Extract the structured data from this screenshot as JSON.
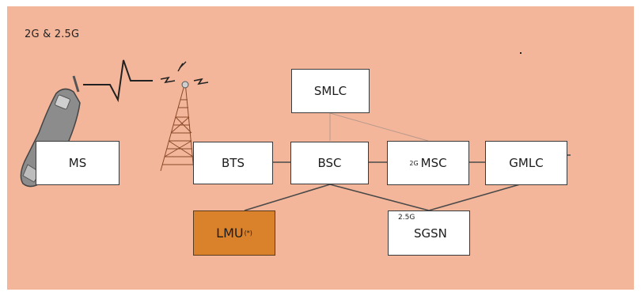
{
  "title": "2G & 2.5G",
  "colors": {
    "background": "#f4b69a",
    "box": "#ffffff",
    "lmu": "#d9822b",
    "line": "#4a4a4a"
  },
  "nodes": {
    "ms": {
      "label": "MS"
    },
    "bts": {
      "label": "BTS"
    },
    "bsc": {
      "label": "BSC"
    },
    "smlc": {
      "label": "SMLC"
    },
    "msc": {
      "prefix": "2G",
      "label": "MSC"
    },
    "gmlc": {
      "label": "GMLC"
    },
    "lmu": {
      "label": "LMU",
      "suffix": "(*)"
    },
    "sgsn": {
      "prefix": "2.5G",
      "label": "SGSN"
    }
  },
  "icons": [
    "mobile-phone-icon",
    "radio-wave-icon",
    "antenna-tower-icon"
  ]
}
